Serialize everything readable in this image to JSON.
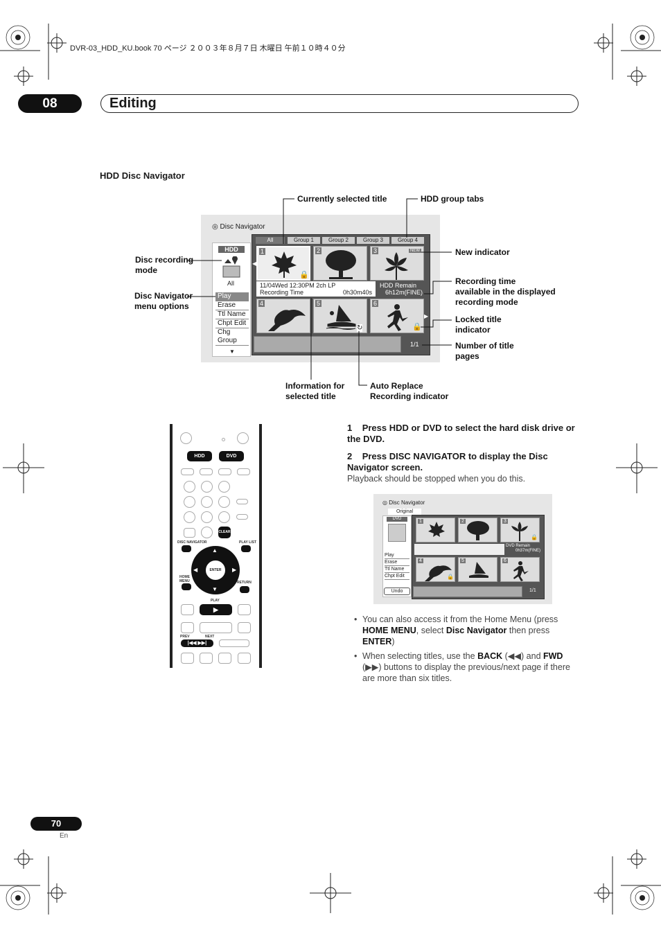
{
  "print_header": "DVR-03_HDD_KU.book  70 ページ  ２００３年８月７日  木曜日  午前１０時４０分",
  "chapter": {
    "number": "08",
    "title": "Editing"
  },
  "section_heading": "HDD Disc Navigator",
  "screen1": {
    "header": "Disc Navigator",
    "mode_label": "HDD",
    "group_label": "All",
    "tabs": [
      "All",
      "Group 1",
      "Group 2",
      "Group 3",
      "Group 4"
    ],
    "menu_items": [
      "Play",
      "Erase",
      "Ttl Name",
      "Chpt Edit",
      "Chg Group"
    ],
    "cells": [
      "1",
      "2",
      "3",
      "4",
      "5",
      "6"
    ],
    "new_badge": "NEW",
    "info_line1": "11/04Wed 12:30PM   2ch LP",
    "info_line2_label": "Recording Time",
    "info_line2_value": "0h30m40s",
    "remain_label": "HDD Remain",
    "remain_value": "6h12m(FINE)",
    "page_count": "1/1"
  },
  "callouts": {
    "currently_selected": "Currently selected title",
    "group_tabs": "HDD group tabs",
    "recording_mode_1": "Disc recording",
    "recording_mode_2": "mode",
    "menu_options_1": "Disc Navigator",
    "menu_options_2": "menu options",
    "new_indicator": "New indicator",
    "rec_time_1": "Recording time",
    "rec_time_2": "available in the displayed",
    "rec_time_3": "recording mode",
    "locked_1": "Locked title",
    "locked_2": "indicator",
    "pages_1": "Number of title",
    "pages_2": "pages",
    "info_1": "Information for",
    "info_2": "selected title",
    "auto_1": "Auto Replace",
    "auto_2": "Recording indicator"
  },
  "remote": {
    "hdd": "HDD",
    "dvd": "DVD",
    "clear": "CLEAR",
    "disc_navigator": "DISC NAVIGATOR",
    "play_list": "PLAY LIST",
    "home_menu": "HOME MENU",
    "return": "RETURN",
    "enter": "ENTER",
    "play": "PLAY",
    "prev": "PREV",
    "next": "NEXT"
  },
  "steps": [
    {
      "num": "1",
      "text": "Press HDD or DVD to select the hard disk drive or the DVD."
    },
    {
      "num": "2",
      "text": "Press DISC NAVIGATOR to display the Disc Navigator screen."
    }
  ],
  "step2_note": "Playback should be stopped when you do this.",
  "screen2": {
    "header": "Disc Navigator",
    "tab": "Original",
    "mode_label": "DVD",
    "menu_items": [
      "Play",
      "Erase",
      "Ttl Name",
      "Chpt Edit"
    ],
    "undo": "Undo",
    "cells": [
      "1",
      "2",
      "3",
      "4",
      "5",
      "6"
    ],
    "remain_label": "DVD Remain",
    "remain_value": "0h37m(FINE)",
    "page_count": "1/1"
  },
  "bullets": {
    "b1_pre": "You can also access it from the Home Menu (press ",
    "b1_k1": "HOME MENU",
    "b1_mid": ", select ",
    "b1_k2": "Disc Navigator",
    "b1_mid2": " then press ",
    "b1_k3": "ENTER",
    "b1_end": ")",
    "b2_pre": "When selecting titles, use the ",
    "b2_k1": "BACK",
    "b2_mid1": " (◀◀) and ",
    "b2_k2": "FWD",
    "b2_end": " (▶▶) buttons to display the previous/next page if there are more than six titles."
  },
  "footer": {
    "page": "70",
    "lang": "En"
  }
}
